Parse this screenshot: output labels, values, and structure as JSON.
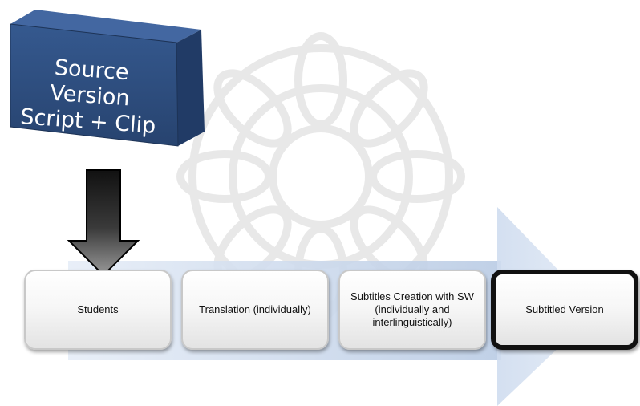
{
  "source_box": {
    "line1": "Source Version",
    "line2": "Script + Clip"
  },
  "process_steps": [
    {
      "label": "Students"
    },
    {
      "label": "Translation (individually)"
    },
    {
      "label": "Subtitles Creation with SW (individually and interlinguistically)"
    },
    {
      "label": "Subtitled Version"
    }
  ],
  "watermark": {
    "icon": "rosette-watermark-icon"
  },
  "colors": {
    "box_front": "#2c4a80",
    "box_side": "#233c69",
    "arrow_fill": "#c9d6ea",
    "pointer_dark": "#111111"
  }
}
